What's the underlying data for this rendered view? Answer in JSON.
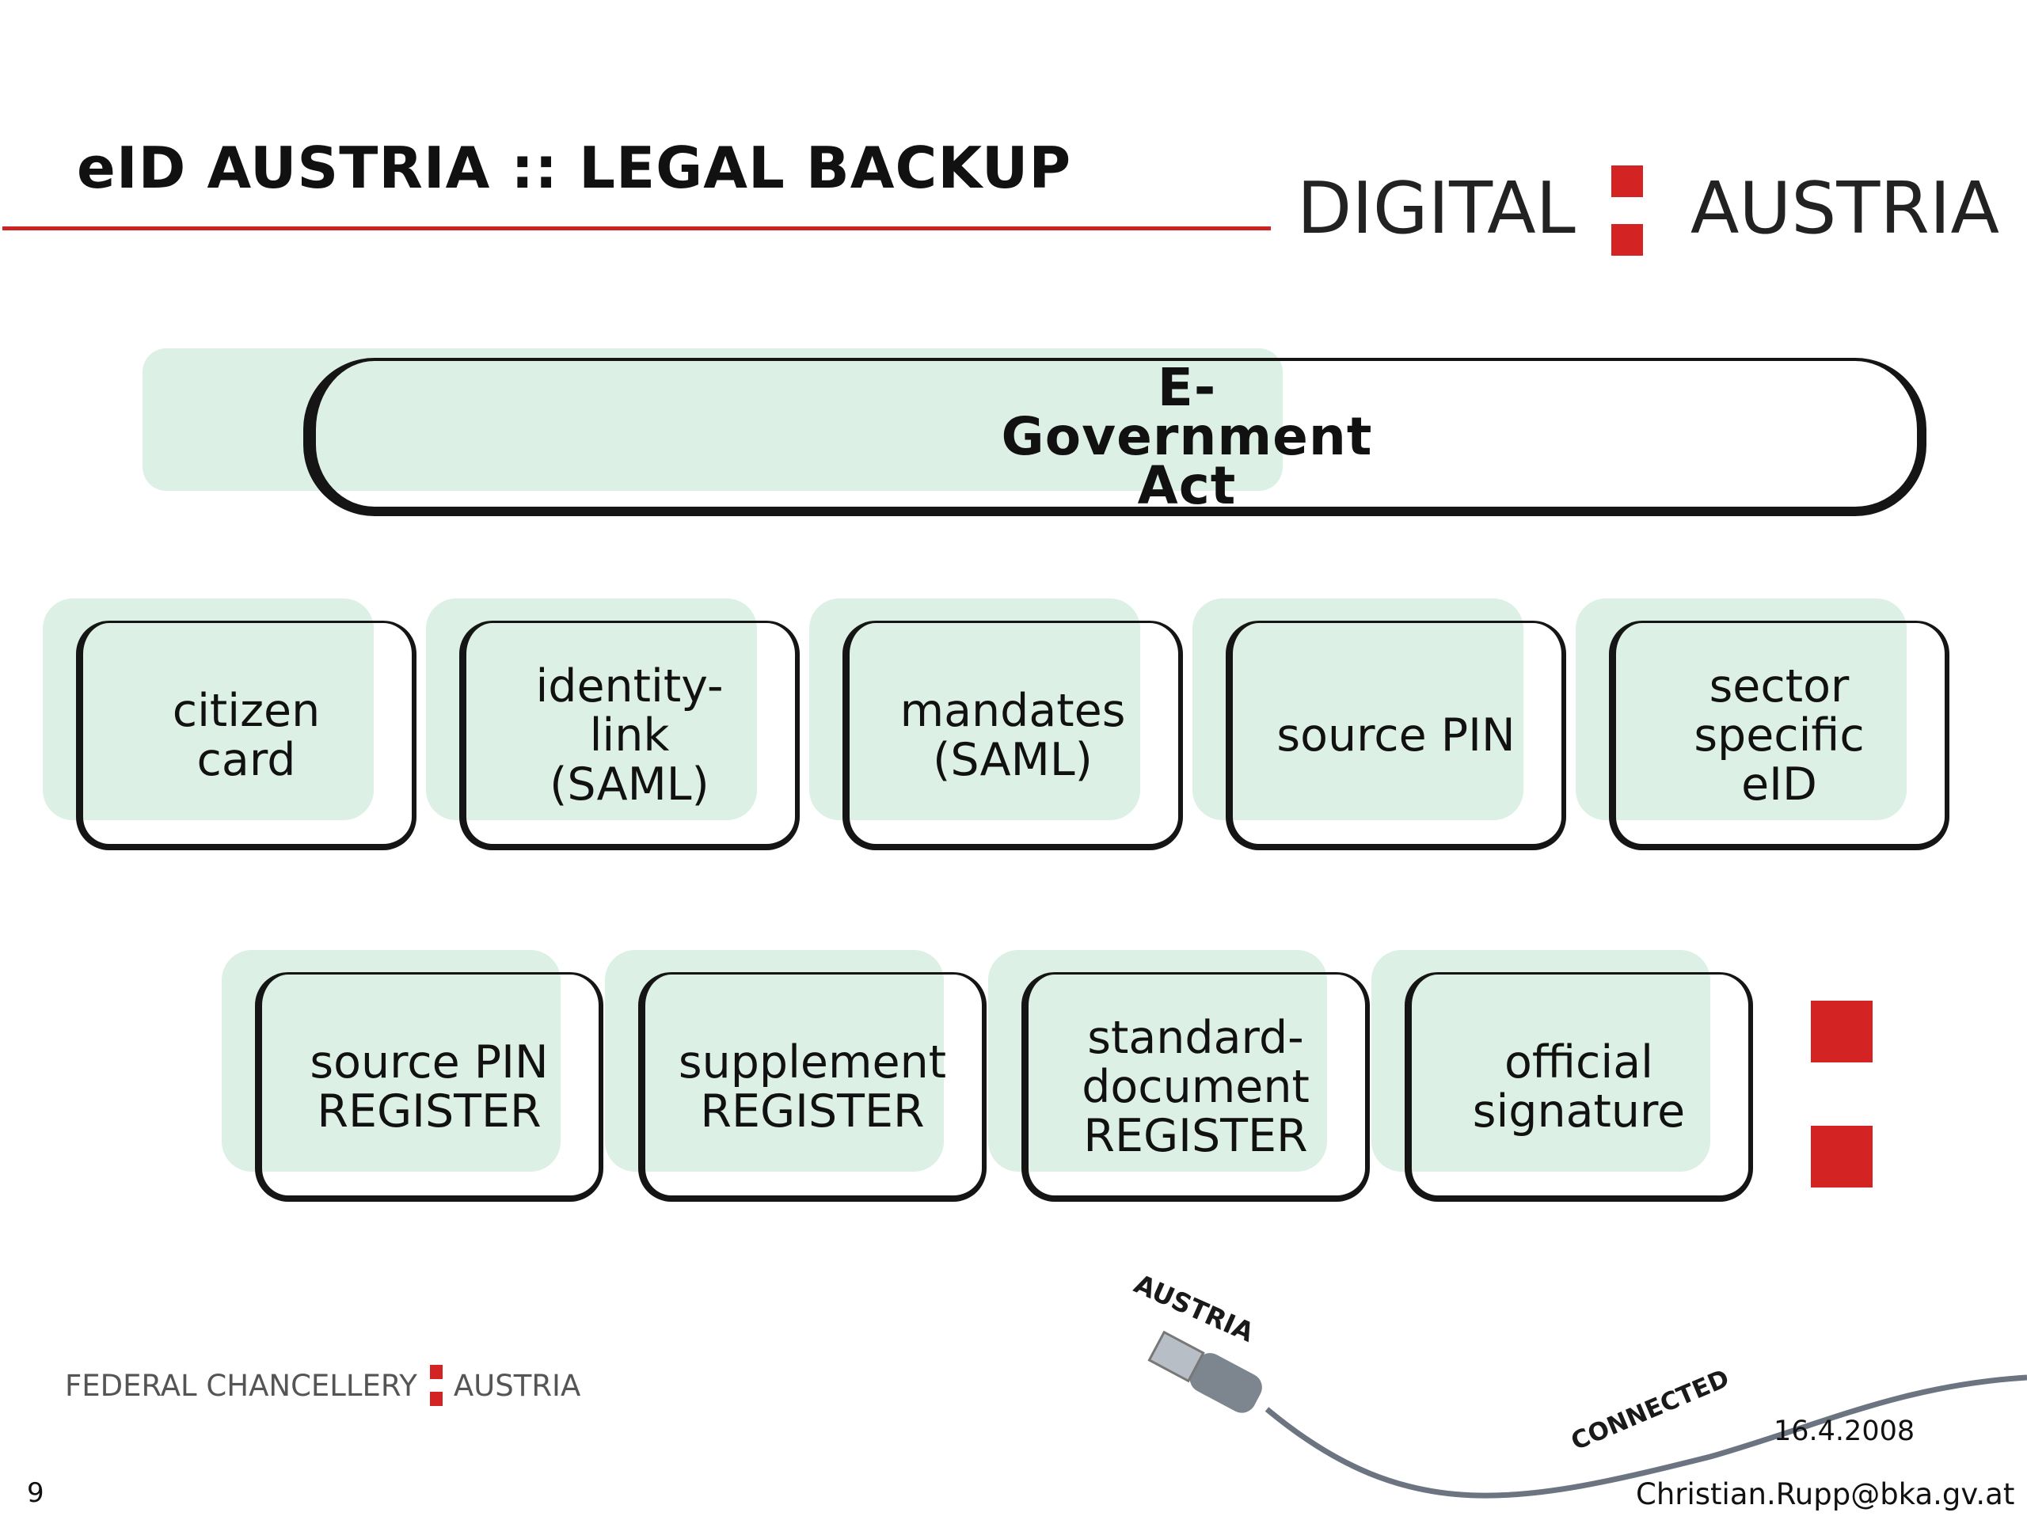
{
  "header": {
    "title": "eID AUSTRIA :: LEGAL BACKUP",
    "brand_left": "DIGITAL",
    "brand_right": "AUSTRIA"
  },
  "act": {
    "label": "E-Government Act"
  },
  "row1": [
    {
      "label": "citizen\ncard"
    },
    {
      "label": "identity-\nlink\n(SAML)"
    },
    {
      "label": "mandates\n(SAML)"
    },
    {
      "label": "source PIN"
    },
    {
      "label": "sector\nspecific\neID"
    }
  ],
  "row2": [
    {
      "label": "source PIN\nREGISTER"
    },
    {
      "label": "supplement\nREGISTER"
    },
    {
      "label": "standard-\ndocument\nREGISTER"
    },
    {
      "label": "official\nsignature"
    }
  ],
  "footer": {
    "org_left": "FEDERAL CHANCELLERY",
    "org_right": "AUSTRIA",
    "page_number": "9",
    "date": "16.4.2008",
    "email": "Christian.Rupp@bka.gv.at",
    "usb_word_top": "AUSTRIA",
    "usb_word_bottom": "CONNECTED"
  },
  "colors": {
    "accent_red": "#d42323",
    "box_fill": "#dcf0e5",
    "outline": "#151515"
  }
}
